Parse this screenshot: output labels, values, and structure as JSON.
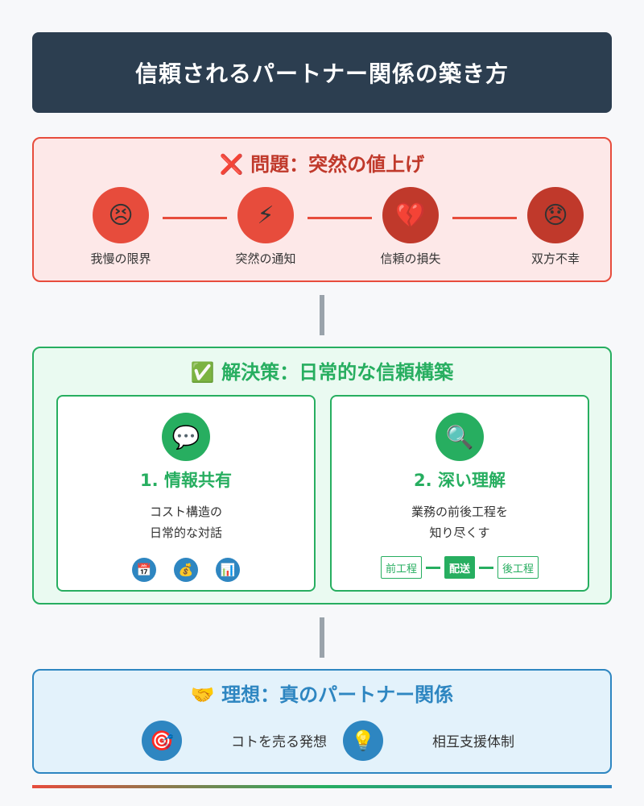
{
  "title": "信頼されるパートナー関係の築き方",
  "problem": {
    "title": "❌ 問題：突然の値上げ",
    "steps": [
      {
        "emoji": "😣",
        "label": "我慢の限界",
        "color": "#e74c3c"
      },
      {
        "emoji": "⚡",
        "label": "突然の通知",
        "color": "#e74c3c"
      },
      {
        "emoji": "💔",
        "label": "信頼の損失",
        "color": "#c0392b"
      },
      {
        "emoji": "😞",
        "label": "双方不幸",
        "color": "#c0392b"
      }
    ]
  },
  "solution": {
    "title": "✅ 解決策：日常的な信頼構築",
    "card1": {
      "icon": "💬",
      "title": "1. 情報共有",
      "desc_line1": "コスト構造の",
      "desc_line2": "日常的な対話",
      "mini_icons": [
        "📅",
        "💰",
        "📊"
      ]
    },
    "card2": {
      "icon": "🔍",
      "title": "2. 深い理解",
      "desc_line1": "業務の前後工程を",
      "desc_line2": "知り尽くす",
      "process": [
        "前工程",
        "配送",
        "後工程"
      ]
    }
  },
  "ideal": {
    "title": "🤝 理想：真のパートナー関係",
    "item1_icon": "🎯",
    "item1_text": "コトを売る発想",
    "item2_icon": "💡",
    "item2_text": "相互支援体制"
  },
  "colors": {
    "header_bg": "#2c3e50",
    "problem": "#e74c3c",
    "solution": "#27ae60",
    "ideal": "#2e86c1"
  }
}
